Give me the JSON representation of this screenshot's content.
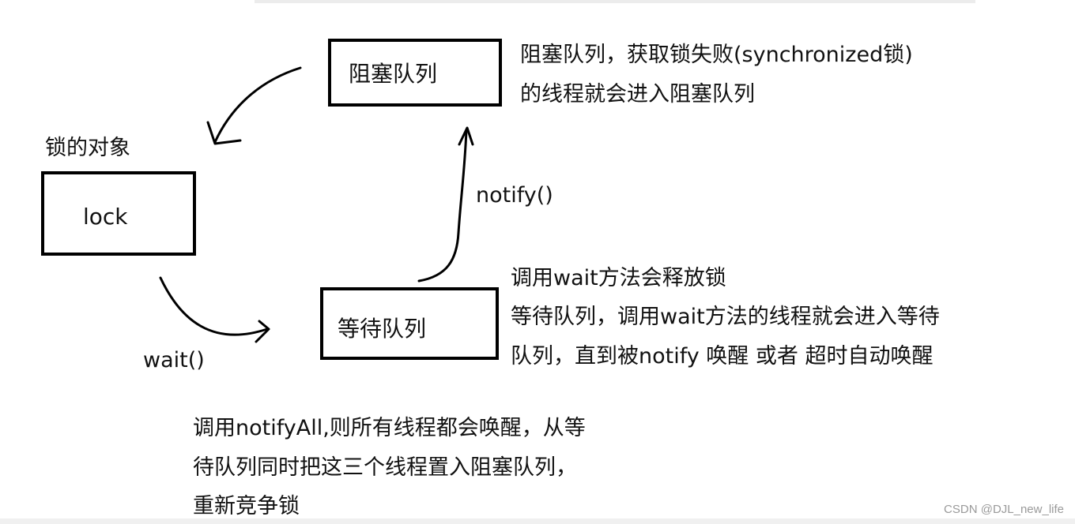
{
  "blocked_queue": {
    "title": "阻塞队列",
    "description_lines": [
      "阻塞队列，获取锁失败(synchronized锁)",
      "的线程就会进入阻塞队列"
    ]
  },
  "lock_object": {
    "caption": "锁的对象",
    "title": "lock"
  },
  "wait_queue": {
    "title": "等待队列",
    "description_lines": [
      "调用wait方法会释放锁",
      "等待队列，调用wait方法的线程就会进入等待",
      "队列，直到被notify 唤醒 或者 超时自动唤醒"
    ]
  },
  "transitions": {
    "wait": "wait()",
    "notify": "notify()"
  },
  "notify_all_note": {
    "lines": [
      "调用notifyAll,则所有线程都会唤醒，从等",
      "待队列同时把这三个线程置入阻塞队列，",
      "重新竞争锁"
    ]
  },
  "watermark": "CSDN @DJL_new_life"
}
